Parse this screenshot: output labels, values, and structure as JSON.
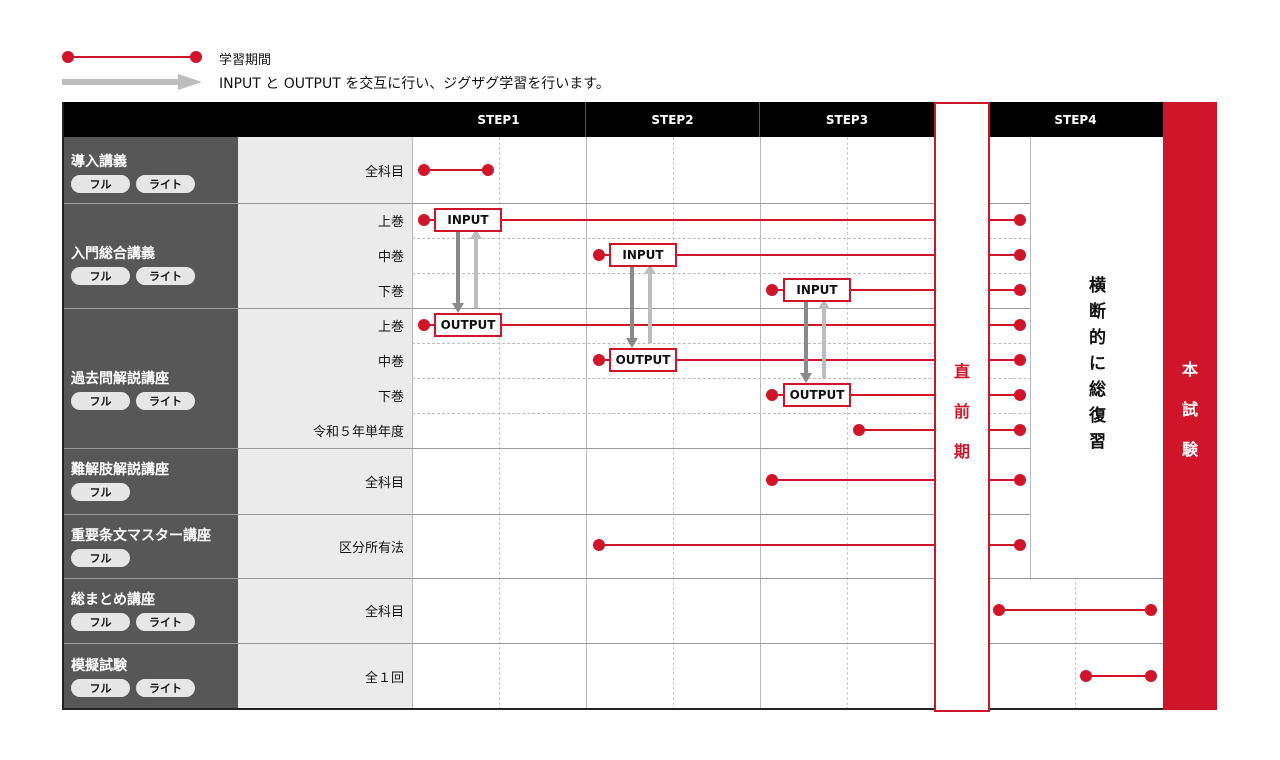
{
  "legend": {
    "period_label": "学習期間",
    "arrow_label": "INPUT と OUTPUT を交互に行い、ジグザグ学習を行います。"
  },
  "steps": [
    "STEP1",
    "STEP2",
    "STEP3",
    "STEP4"
  ],
  "chokuzen_chars": [
    "直",
    "前",
    "期"
  ],
  "honshiken_chars": [
    "本",
    "試",
    "験"
  ],
  "review_chars": [
    "横",
    "断",
    "的",
    "に",
    "総",
    "復",
    "習"
  ],
  "courses": [
    {
      "name": "導入講義",
      "badges": [
        "フル",
        "ライト"
      ]
    },
    {
      "name": "入門総合講義",
      "badges": [
        "フル",
        "ライト"
      ]
    },
    {
      "name": "過去問解説講座",
      "badges": [
        "フル",
        "ライト"
      ]
    },
    {
      "name": "難解肢解説講座",
      "badges": [
        "フル"
      ]
    },
    {
      "name": "重要条文マスター講座",
      "badges": [
        "フル"
      ]
    },
    {
      "name": "総まとめ講座",
      "badges": [
        "フル",
        "ライト"
      ]
    },
    {
      "name": "模擬試験",
      "badges": [
        "フル",
        "ライト"
      ]
    }
  ],
  "rows": [
    {
      "label": "全科目"
    },
    {
      "label": "上巻",
      "tag": "INPUT"
    },
    {
      "label": "中巻",
      "tag": "INPUT"
    },
    {
      "label": "下巻",
      "tag": "INPUT"
    },
    {
      "label": "上巻",
      "tag": "OUTPUT"
    },
    {
      "label": "中巻",
      "tag": "OUTPUT"
    },
    {
      "label": "下巻",
      "tag": "OUTPUT"
    },
    {
      "label": "令和５年単年度"
    },
    {
      "label": "全科目"
    },
    {
      "label": "区分所有法"
    },
    {
      "label": "全科目"
    },
    {
      "label": "全１回"
    }
  ],
  "colors": {
    "accent": "#d0152a",
    "dark": "#575757",
    "header": "#000000",
    "light": "#ebebeb"
  }
}
